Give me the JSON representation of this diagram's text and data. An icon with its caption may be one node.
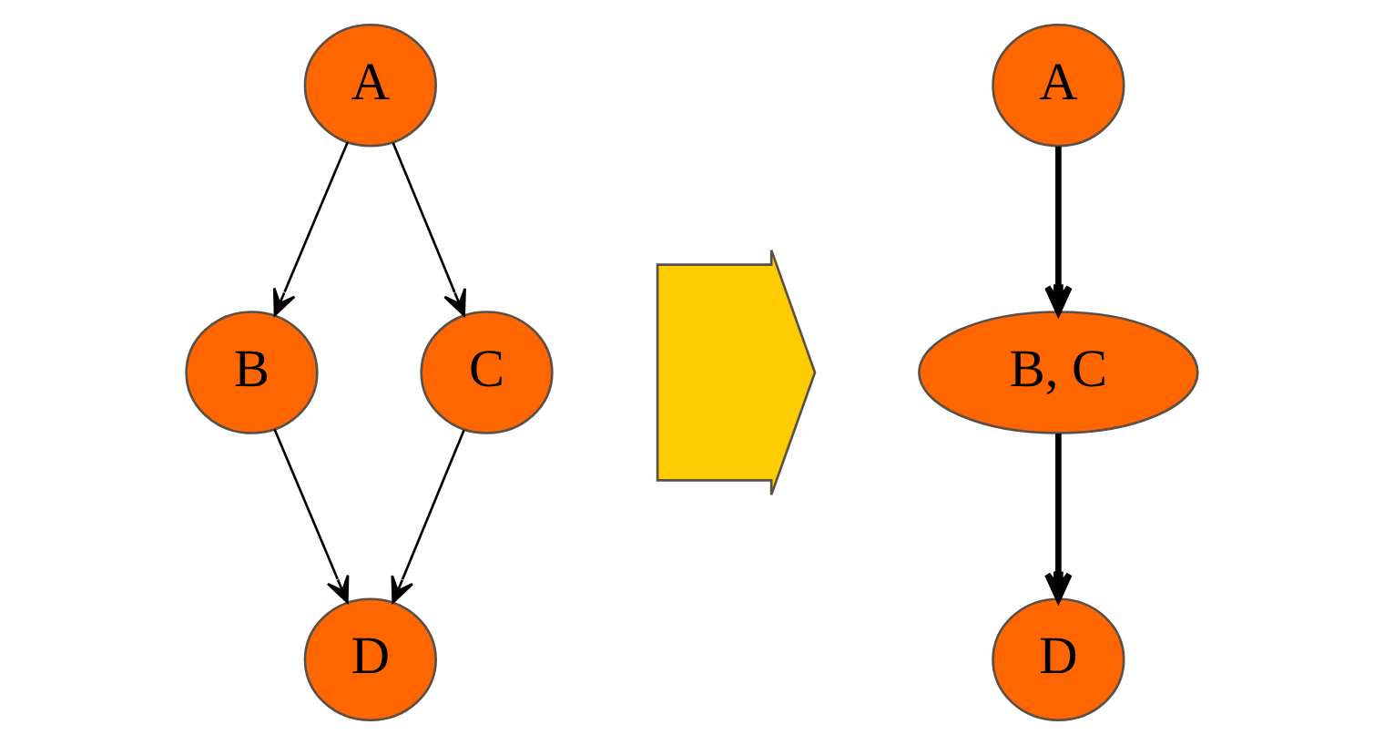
{
  "diagram": {
    "nodes": [
      {
        "text": [
          "A"
        ]
      },
      {
        "text": [
          "B"
        ]
      },
      {
        "text": [
          "C"
        ]
      },
      {
        "text": [
          "D"
        ]
      },
      {
        "text": [],
        "shape": "arrow"
      },
      {
        "text": [
          "A"
        ]
      },
      {
        "text": [
          "B, C"
        ]
      },
      {
        "text": [
          "D"
        ]
      }
    ],
    "edges": [
      {
        "from": 0,
        "to": 1,
        "arrow": "to"
      },
      {
        "from": 0,
        "to": 2,
        "arrow": "to"
      },
      {
        "from": 1,
        "to": 3,
        "arrow": "to"
      },
      {
        "from": 2,
        "to": 3,
        "arrow": "to"
      },
      {
        "from": 5,
        "to": 6,
        "arrow": "to",
        "style": "thick"
      },
      {
        "from": 6,
        "to": 7,
        "arrow": "to",
        "style": "thick"
      }
    ]
  }
}
